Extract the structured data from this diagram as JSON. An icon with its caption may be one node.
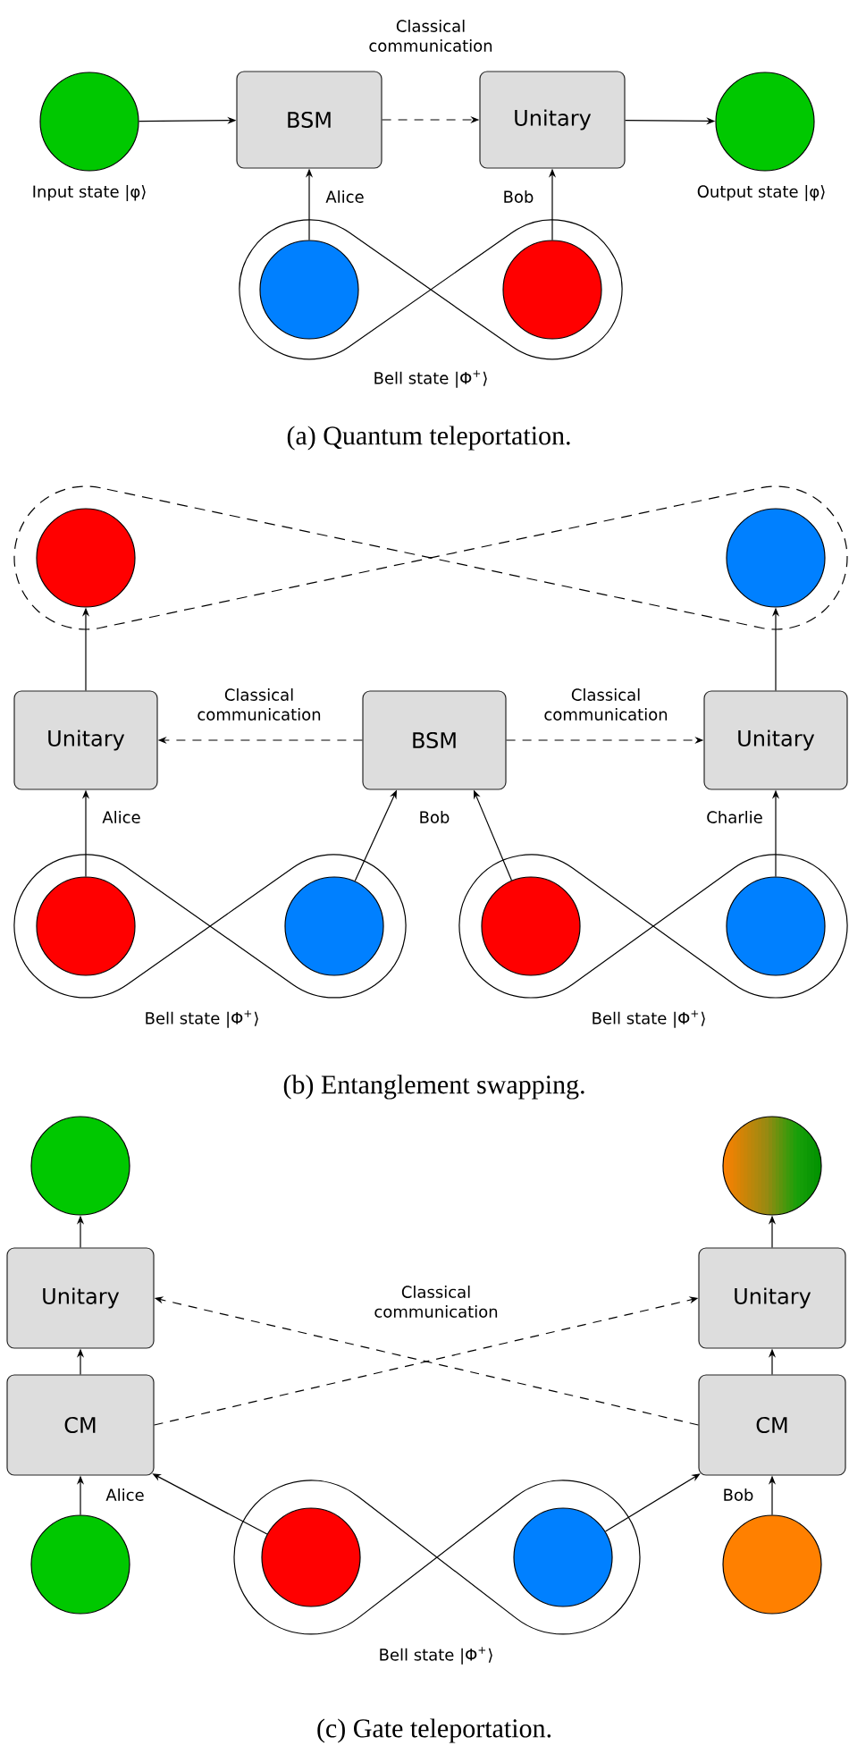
{
  "diagram": {
    "nodes": [
      {
        "text": [],
        "shape": "circle",
        "beside": [
          "Input state |φ⟩"
        ]
      },
      {
        "text": [
          "BSM"
        ]
      },
      {
        "text": [
          "Unitary"
        ]
      },
      {
        "text": [],
        "shape": "circle",
        "beside": [
          "Output state |φ⟩"
        ]
      },
      {
        "text": [],
        "shape": "loop",
        "beside": [
          "Bell state |Φ$^{+}$⟩"
        ]
      },
      {
        "text": [],
        "shape": "circle",
        "in": 4
      },
      {
        "text": [],
        "shape": "circle",
        "in": 4
      },
      {
        "text": [],
        "shape": "loop"
      },
      {
        "text": [],
        "shape": "circle",
        "in": 7
      },
      {
        "text": [],
        "shape": "circle",
        "in": 7
      },
      {
        "text": [
          "Unitary"
        ]
      },
      {
        "text": [
          "BSM"
        ]
      },
      {
        "text": [
          "Unitary"
        ]
      },
      {
        "text": [],
        "shape": "loop",
        "beside": [
          "Bell state |Φ$^{+}$⟩"
        ]
      },
      {
        "text": [],
        "shape": "circle",
        "in": 13
      },
      {
        "text": [],
        "shape": "circle",
        "in": 13
      },
      {
        "text": [],
        "shape": "loop",
        "beside": [
          "Bell state |Φ$^{+}$⟩"
        ]
      },
      {
        "text": [],
        "shape": "circle",
        "in": 16
      },
      {
        "text": [],
        "shape": "circle",
        "in": 16
      },
      {
        "text": [],
        "shape": "circle"
      },
      {
        "text": [],
        "shape": "circle"
      },
      {
        "text": [
          "Unitary"
        ]
      },
      {
        "text": [
          "Unitary"
        ]
      },
      {
        "text": [
          "CM"
        ]
      },
      {
        "text": [
          "CM"
        ]
      },
      {
        "text": [],
        "shape": "circle"
      },
      {
        "text": [],
        "shape": "loop",
        "beside": [
          "Bell state |Φ$^{+}$⟩"
        ]
      },
      {
        "text": [],
        "shape": "circle",
        "in": 26
      },
      {
        "text": [],
        "shape": "circle",
        "in": 26
      },
      {
        "text": [],
        "shape": "circle"
      }
    ],
    "edges": [
      {
        "from": 0,
        "to": 1,
        "arrow": "to"
      },
      {
        "from": 1,
        "to": 2,
        "arrow": "to",
        "style": "dashed",
        "label": "Classical communication"
      },
      {
        "from": 2,
        "to": 3,
        "arrow": "to"
      },
      {
        "from": 5,
        "to": 1,
        "arrow": "to",
        "label": "Alice"
      },
      {
        "from": 6,
        "to": 2,
        "arrow": "to",
        "label": "Bob"
      },
      {
        "from": 10,
        "to": 8,
        "arrow": "to"
      },
      {
        "from": 12,
        "to": 9,
        "arrow": "to"
      },
      {
        "from": 11,
        "to": 10,
        "arrow": "to",
        "style": "dashed",
        "label": "Classical communication"
      },
      {
        "from": 11,
        "to": 12,
        "arrow": "to",
        "style": "dashed",
        "label": "Classical communication"
      },
      {
        "from": 14,
        "to": 10,
        "arrow": "to",
        "label": "Alice"
      },
      {
        "from": 15,
        "to": 11,
        "arrow": "to"
      },
      {
        "from": 17,
        "to": 11,
        "arrow": "to"
      },
      {
        "from": 18,
        "to": 12,
        "arrow": "to",
        "label": "Charlie"
      },
      {
        "from": 21,
        "to": 19,
        "arrow": "to"
      },
      {
        "from": 22,
        "to": 20,
        "arrow": "to"
      },
      {
        "from": 23,
        "to": 21,
        "arrow": "to"
      },
      {
        "from": 24,
        "to": 22,
        "arrow": "to"
      },
      {
        "from": 23,
        "to": 22,
        "arrow": "to",
        "style": "dashed"
      },
      {
        "from": 24,
        "to": 21,
        "arrow": "to",
        "style": "dashed"
      },
      {
        "from": 25,
        "to": 23,
        "arrow": "to",
        "label": "Alice"
      },
      {
        "from": 29,
        "to": 24,
        "arrow": "to",
        "label": "Bob"
      },
      {
        "from": 27,
        "to": 23,
        "arrow": "to"
      },
      {
        "from": 28,
        "to": 24,
        "arrow": "to"
      }
    ],
    "labels": [
      "(a) Quantum teleportation.",
      "Bob",
      "(b) Entanglement swapping.",
      "Classical communication",
      "(c) Gate teleportation."
    ]
  }
}
